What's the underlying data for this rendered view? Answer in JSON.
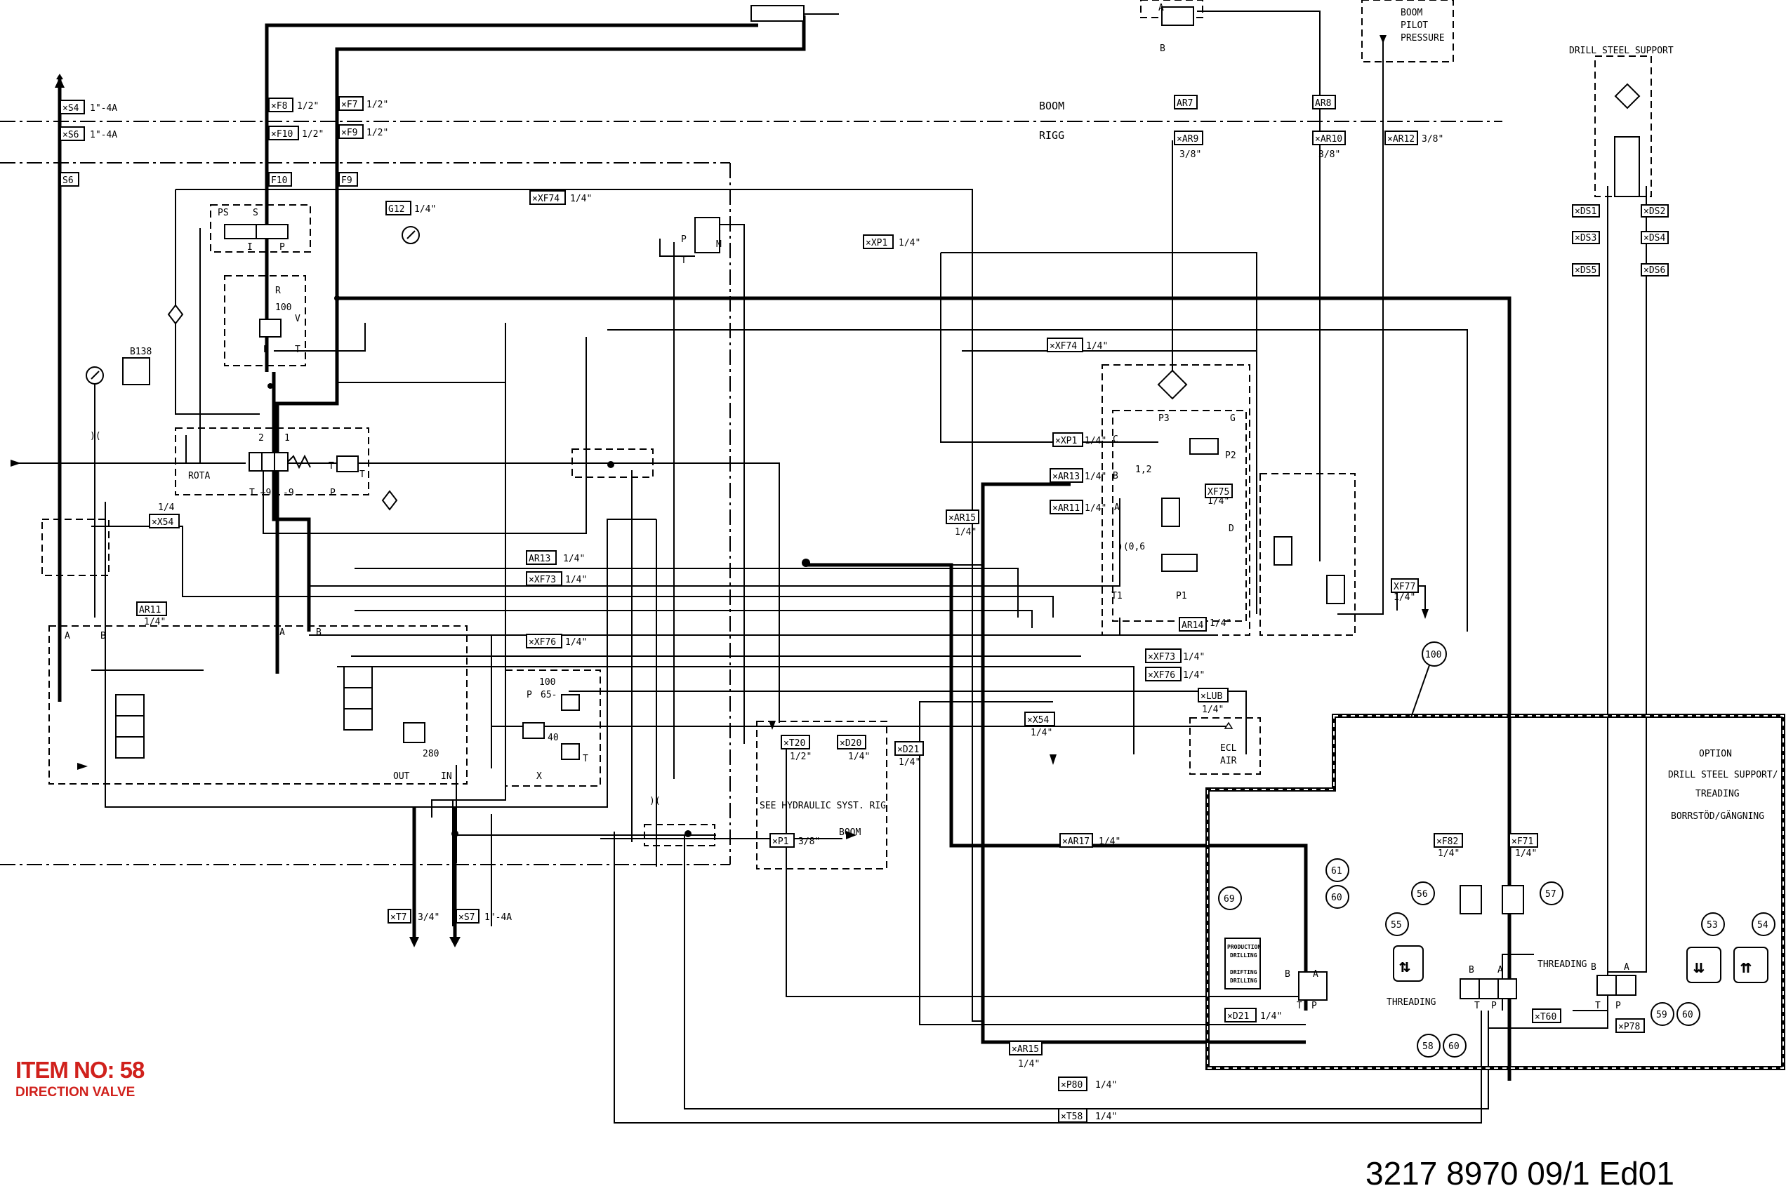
{
  "item": {
    "title": "ITEM NO: 58",
    "subtitle": "DIRECTION VALVE"
  },
  "document_number": "3217 8970 09/1  Ed01",
  "sections": {
    "boom": "BOOM",
    "rigg": "RIGG",
    "boom_pilot_pressure": [
      "BOOM",
      "PILOT",
      "PRESSURE"
    ],
    "drill_steel_support": "DRILL STEEL SUPPORT",
    "see_hydraulic": "SEE HYDRAULIC SYST. RIG",
    "boom_arrow": "BOOM",
    "ecl_air": [
      "ECL",
      "AIR"
    ],
    "option": [
      "OPTION",
      "DRILL STEEL SUPPORT/",
      "TREADING",
      "BORRSTÖD/GÄNGNING"
    ],
    "threading_1": "THREADING",
    "threading_2": "THREADING",
    "rota": "ROTA",
    "production_panel": [
      "PRODUCTION",
      "DRILLING",
      "DRIFTING",
      "DRILLING"
    ]
  },
  "tags": {
    "s4": "×S4",
    "s6": "×S6",
    "s6b": "S6",
    "s4_size": "1\"-4A",
    "s6_size": "1\"-4A",
    "f8": "×F8",
    "f10": "×F10",
    "f10b": "F10",
    "f8_size": "1/2\"",
    "f10_size": "1/2\"",
    "f7": "×F7",
    "f9": "×F9",
    "f9b": "F9",
    "f7_size": "1/2\"",
    "f9_size": "1/2\"",
    "g12": "G12",
    "g12_size": "1/4\"",
    "xf74": "×XF74",
    "xf74_size": "1/4\"",
    "xp1": "×XP1",
    "xp1_size": "1/4\"",
    "b138": "B138",
    "ar7": "AR7",
    "ar8": "AR8",
    "ar9": "×AR9",
    "ar9_size": "3/8\"",
    "ar10": "×AR10",
    "ar10_size": "3/8\"",
    "ar12": "×AR12",
    "ar12_size": "3/8\"",
    "ds1": "×DS1",
    "ds2": "×DS2",
    "ds3": "×DS3",
    "ds4": "×DS4",
    "ds5": "×DS5",
    "ds6": "×DS6",
    "xf74b": "×XF74",
    "xf74b_size": "1/4\"",
    "xp1b": "×XP1",
    "xp1b_size": "1/4\"",
    "ar13b": "×AR13",
    "ar13b_size": "1/4\"",
    "ar11b": "×AR11",
    "ar11b_size": "1/4\"",
    "ar15": "×AR15",
    "ar15_size": "1/4\"",
    "xf75": "XF75",
    "xf75_size": "1/4\"",
    "xf77": "XF77",
    "xf77_size": "1/4\"",
    "ar14": "AR14",
    "ar14_size": "1/4\"",
    "xf73b": "×XF73",
    "xf73b_size": "1/4\"",
    "xf76b": "×XF76",
    "xf76b_size": "1/4\"",
    "lub": "×LUB",
    "lub_size": "1/4\"",
    "x54": "×X54",
    "x54_size": "1/4",
    "size_14a": "1/4",
    "ar11": "AR11",
    "ar11_size": "1/4\"",
    "ar13": "AR13",
    "ar13_size": "1/4\"",
    "xf73": "×XF73",
    "xf73_size": "1/4\"",
    "xf76": "×XF76",
    "xf76_size": "1/4\"",
    "x54b": "×X54",
    "x54b_size": "1/4\"",
    "t20": "×T20",
    "t20_size": "1/2\"",
    "d20": "×D20",
    "d20_size": "1/4\"",
    "d21": "×D21",
    "d21_size": "1/4\"",
    "p1": "×P1",
    "p1_size": "3/8\"",
    "ar17": "×AR17",
    "ar17_size": "1/4\"",
    "t7": "×T7",
    "t7_size": "3/4\"",
    "s7": "×S7",
    "s7_size": "1\"-4A",
    "f82": "×F82",
    "f82_size": "1/4\"",
    "f71": "×F71",
    "f71_size": "1/4\"",
    "d21b": "×D21",
    "d21b_size": "1/4\"",
    "t60": "×T60",
    "p78": "×P78",
    "ar15b": "×AR15",
    "ar15b_size": "1/4\"",
    "p80": "×P80",
    "p80_size": "1/4\"",
    "t58": "×T58",
    "t58_size": "1/4\""
  },
  "marks": {
    "ps": "PS",
    "s": "S",
    "i": "I",
    "p": "P",
    "r": "R",
    "v": "V",
    "t": "T",
    "n100": "100",
    "n280": "280",
    "n100b": "100",
    "n65": "65-",
    "n40": "40",
    "n2": "2",
    "n1": "1",
    "tp9": "T +9",
    "m9": "-9",
    "a": "A",
    "b": "B",
    "out": "OUT",
    "in": "IN",
    "x": "X",
    "m": "M",
    "c": "C",
    "d": "D",
    "g": "G",
    "p3": "P3",
    "p2": "P2",
    "p1": "P1",
    "t1": "T1",
    "r12": "1,2",
    "r06": ")(0,6",
    "restr": ")(",
    "n100c": "100"
  },
  "bubbles": {
    "b100": "100",
    "b69": "69",
    "b61": "61",
    "b60a": "60",
    "b55": "55",
    "b56": "56",
    "b57": "57",
    "b53": "53",
    "b54": "54",
    "b58": "58",
    "b60b": "60",
    "b59": "59",
    "b60c": "60"
  },
  "colors": {
    "line": "#000000",
    "accent_red": "#d0211c",
    "background": "#ffffff"
  }
}
